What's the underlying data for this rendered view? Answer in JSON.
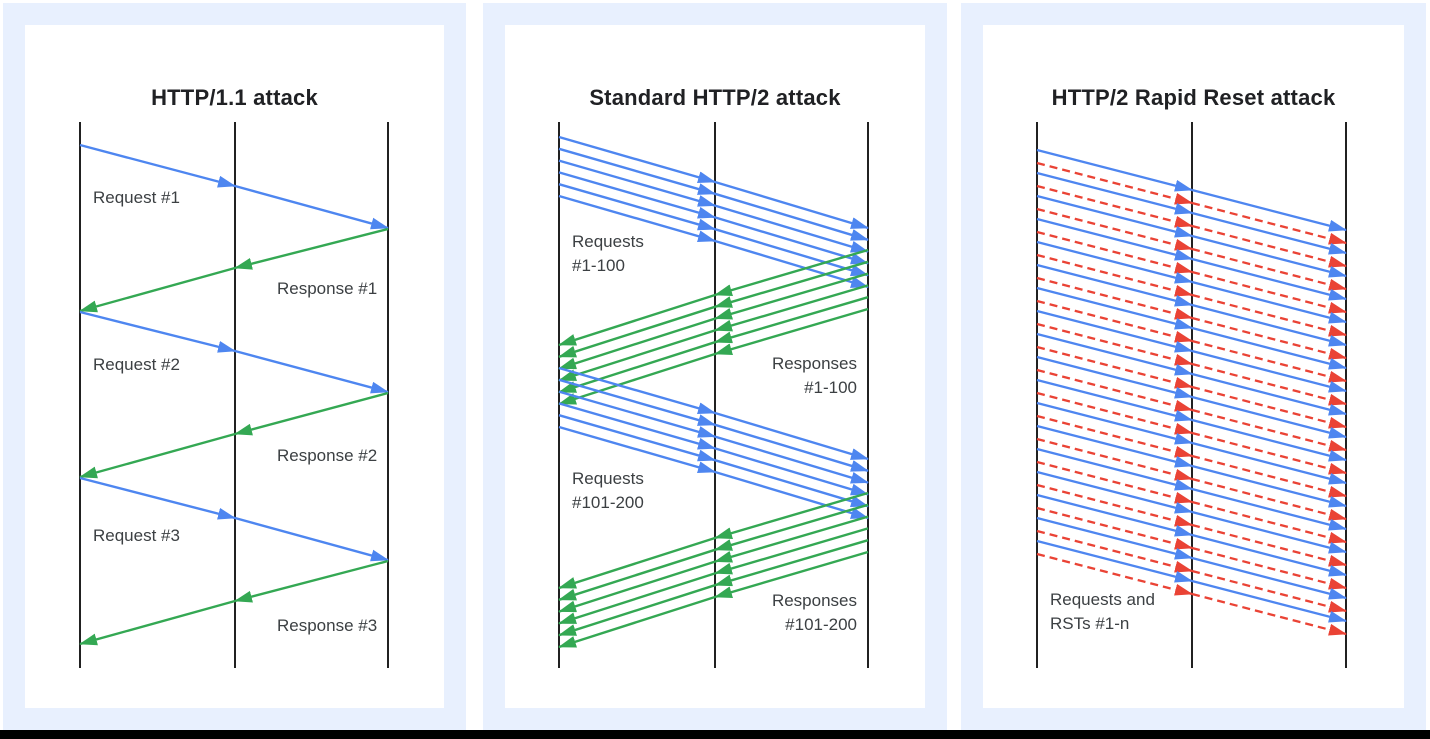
{
  "colors": {
    "request_blue": "#4e86f0",
    "response_green": "#34a853",
    "rst_red": "#ea4335",
    "lifeline": "#212121",
    "panel_frame": "#e8f0fe",
    "panel_background": "#ffffff",
    "title_text": "#202124",
    "label_text": "#3c4043",
    "bottom_bar": "#000000"
  },
  "panels": [
    {
      "title": "HTTP/1.1 attack",
      "labels": {
        "req1": "Request #1",
        "res1": "Response #1",
        "req2": "Request #2",
        "res2": "Response #2",
        "req3": "Request #3",
        "res3": "Response #3"
      }
    },
    {
      "title": "Standard HTTP/2 attack",
      "labels": {
        "req_a_line1": "Requests",
        "req_a_line2": "#1-100",
        "res_a_line1": "Responses",
        "res_a_line2": "#1-100",
        "req_b_line1": "Requests",
        "req_b_line2": "#101-200",
        "res_b_line1": "Responses",
        "res_b_line2": "#101-200"
      }
    },
    {
      "title": "HTTP/2 Rapid Reset attack",
      "labels": {
        "stream_line1": "Requests and",
        "stream_line2": "RSTs #1-n"
      }
    }
  ],
  "diagram": {
    "description": "Three sequence-style panels comparing attack request flow across three vertical lifelines per panel",
    "lifelines_per_panel": 3,
    "panel_flows": [
      [
        {
          "type": "request",
          "label": "Request #1"
        },
        {
          "type": "response",
          "label": "Response #1"
        },
        {
          "type": "request",
          "label": "Request #2"
        },
        {
          "type": "response",
          "label": "Response #2"
        },
        {
          "type": "request",
          "label": "Request #3"
        },
        {
          "type": "response",
          "label": "Response #3"
        }
      ],
      [
        {
          "type": "request_batch",
          "label": "Requests #1-100",
          "arrows_drawn": 6
        },
        {
          "type": "response_batch",
          "label": "Responses #1-100",
          "arrows_drawn": 6
        },
        {
          "type": "request_batch",
          "label": "Requests #101-200",
          "arrows_drawn": 6
        },
        {
          "type": "response_batch",
          "label": "Responses #101-200",
          "arrows_drawn": 6
        }
      ],
      [
        {
          "type": "request_rst_stream",
          "label": "Requests and RSTs #1-n",
          "pair_count": 18
        }
      ]
    ]
  }
}
